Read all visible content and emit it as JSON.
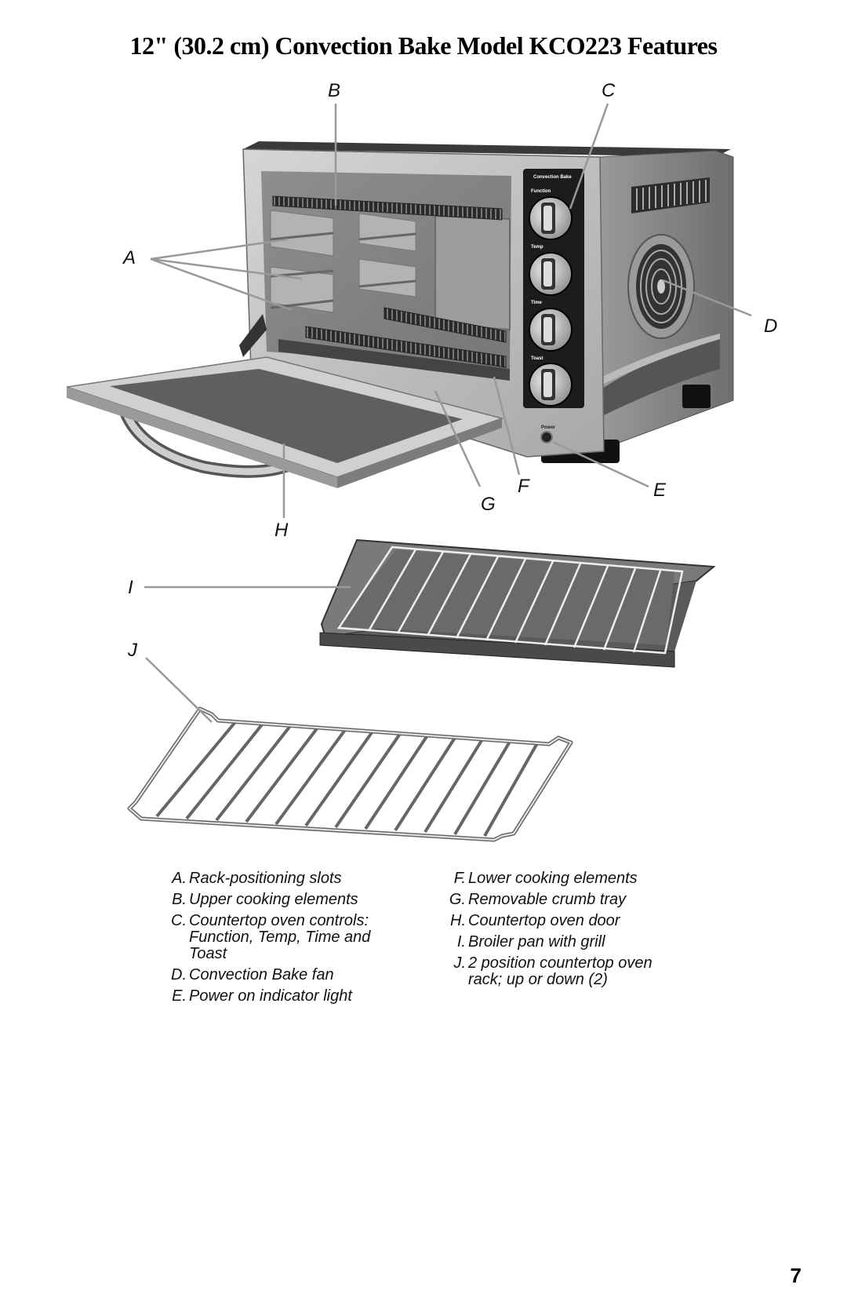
{
  "page": {
    "title": "12\" (30.2 cm) Convection Bake Model KCO223 Features",
    "page_number": "7"
  },
  "panel": {
    "brand": "Convection Bake",
    "function": "Function",
    "temp": "Temp",
    "time": "Time",
    "toast": "Toast",
    "power": "Power"
  },
  "callouts": {
    "A": "A",
    "B": "B",
    "C": "C",
    "D": "D",
    "E": "E",
    "F": "F",
    "G": "G",
    "H": "H",
    "I": "I",
    "J": "J"
  },
  "legend": {
    "left": [
      {
        "key": "A.",
        "text": "Rack-positioning slots"
      },
      {
        "key": "B.",
        "text": "Upper cooking elements"
      },
      {
        "key": "C.",
        "text": "Countertop oven controls: Function, Temp, Time and Toast"
      },
      {
        "key": "D.",
        "text": "Convection Bake fan"
      },
      {
        "key": "E.",
        "text": "Power on indicator light"
      }
    ],
    "right": [
      {
        "key": "F.",
        "text": "Lower cooking elements"
      },
      {
        "key": "G.",
        "text": "Removable crumb tray"
      },
      {
        "key": "H.",
        "text": "Countertop oven door"
      },
      {
        "key": "I.",
        "text": "Broiler pan with grill"
      },
      {
        "key": "J.",
        "text": "2 position countertop oven rack; up or down (2)"
      }
    ]
  }
}
